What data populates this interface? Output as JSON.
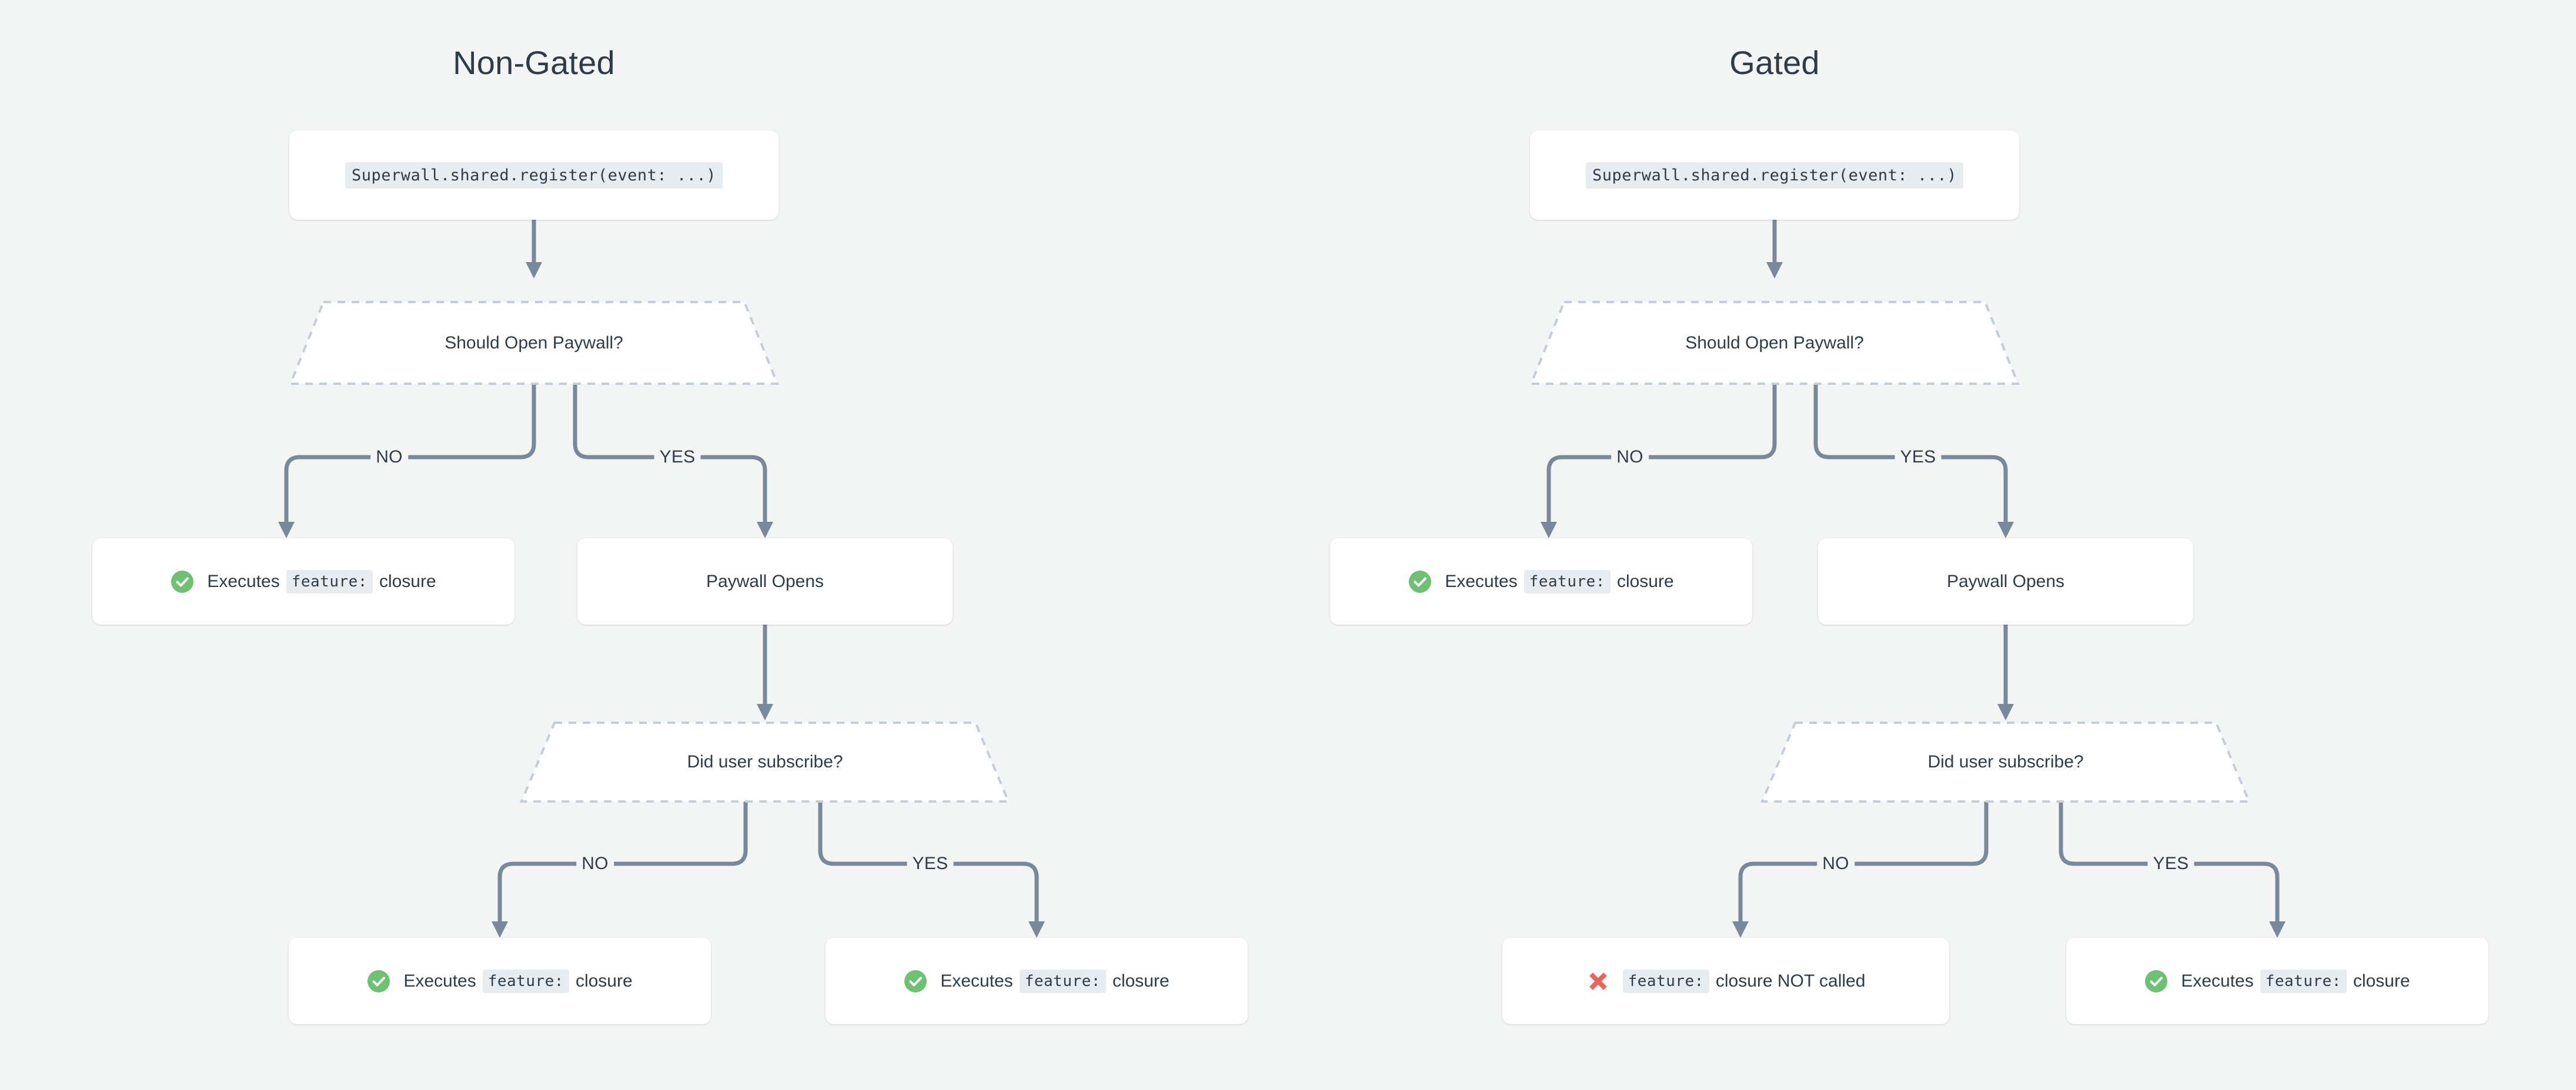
{
  "background_color": "#f3f4f4",
  "accent_colors": {
    "text": "#2d3c48",
    "connector": "#78899b",
    "dashed_border": "#c3cedb",
    "code_chip_bg": "#e7ecf1",
    "success_green": "#6ec173",
    "error_red": "#e8665c",
    "node_bg": "#ffffff"
  },
  "columns": [
    {
      "id": "non-gated",
      "title": "Non-Gated",
      "nodes": {
        "register": {
          "code": "Superwall.shared.register(event: ...)"
        },
        "decision_paywall": {
          "label": "Should Open Paywall?"
        },
        "branch_no": "NO",
        "branch_yes": "YES",
        "no_result": {
          "icon": "check-circle-icon",
          "prefix": "Executes",
          "code": "feature:",
          "suffix": "closure"
        },
        "paywall": {
          "label": "Paywall Opens"
        },
        "decision_subscribe": {
          "label": "Did user subscribe?"
        },
        "sub_branch_no": "NO",
        "sub_branch_yes": "YES",
        "sub_no_result": {
          "icon": "check-circle-icon",
          "prefix": "Executes",
          "code": "feature:",
          "suffix": "closure"
        },
        "sub_yes_result": {
          "icon": "check-circle-icon",
          "prefix": "Executes",
          "code": "feature:",
          "suffix": "closure"
        }
      }
    },
    {
      "id": "gated",
      "title": "Gated",
      "nodes": {
        "register": {
          "code": "Superwall.shared.register(event: ...)"
        },
        "decision_paywall": {
          "label": "Should Open Paywall?"
        },
        "branch_no": "NO",
        "branch_yes": "YES",
        "no_result": {
          "icon": "check-circle-icon",
          "prefix": "Executes",
          "code": "feature:",
          "suffix": "closure"
        },
        "paywall": {
          "label": "Paywall Opens"
        },
        "decision_subscribe": {
          "label": "Did user subscribe?"
        },
        "sub_branch_no": "NO",
        "sub_branch_yes": "YES",
        "sub_no_result": {
          "icon": "x-mark-icon",
          "prefix": "",
          "code": "feature:",
          "suffix": "closure NOT called"
        },
        "sub_yes_result": {
          "icon": "check-circle-icon",
          "prefix": "Executes",
          "code": "feature:",
          "suffix": "closure"
        }
      }
    }
  ]
}
